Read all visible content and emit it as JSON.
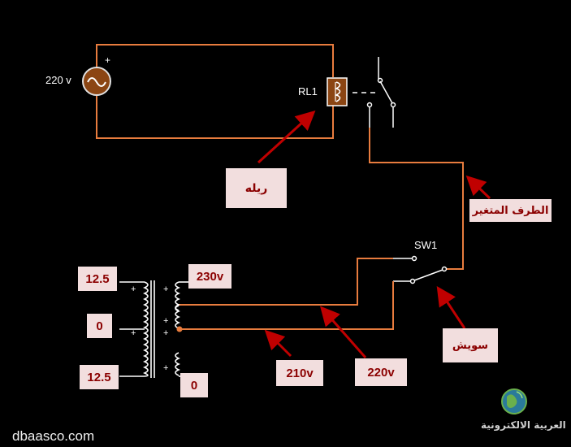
{
  "source_label": "220 v",
  "relay_ref": "RL1",
  "switch_ref": "SW1",
  "annotations": {
    "relay": "ريله",
    "variable_terminal": "الطرف المتغير",
    "switch": "سويش",
    "tap_210": "210v",
    "tap_220": "220v"
  },
  "transformer": {
    "primary_top": "12.5",
    "primary_mid": "0",
    "primary_bottom": "12.5",
    "secondary_top": "230v",
    "secondary_bottom": "0"
  },
  "footer": {
    "site": "dbaasco.com",
    "logo_text": "العربية الالكترونية"
  },
  "colors": {
    "wire": "#e87c3e",
    "component": "#8b4513",
    "arrow": "#c00000",
    "label_bg": "#f2dede",
    "label_text": "#8b0000",
    "background": "#000000"
  }
}
